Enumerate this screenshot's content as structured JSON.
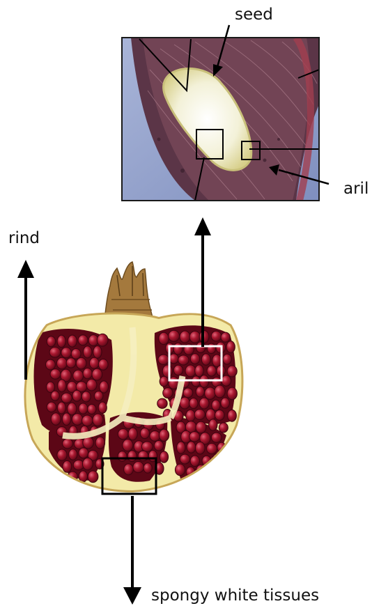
{
  "labels": {
    "seed": "seed",
    "aril": "aril",
    "rind": "rind",
    "spongy": "spongy white tissues"
  },
  "colors": {
    "background": "#ffffff",
    "arrow": "#000000",
    "aril_dark": "#7a0f22",
    "aril_mid": "#a8172f",
    "aril_light": "#c8304a",
    "pith": "#f1e7a2",
    "rind": "#c7a657",
    "inset_bg": "#8d9cc8",
    "inset_aril": "#5b3547",
    "seed_white": "#f8f8ea"
  },
  "icons": {
    "crown": "pomegranate-crown-icon"
  }
}
